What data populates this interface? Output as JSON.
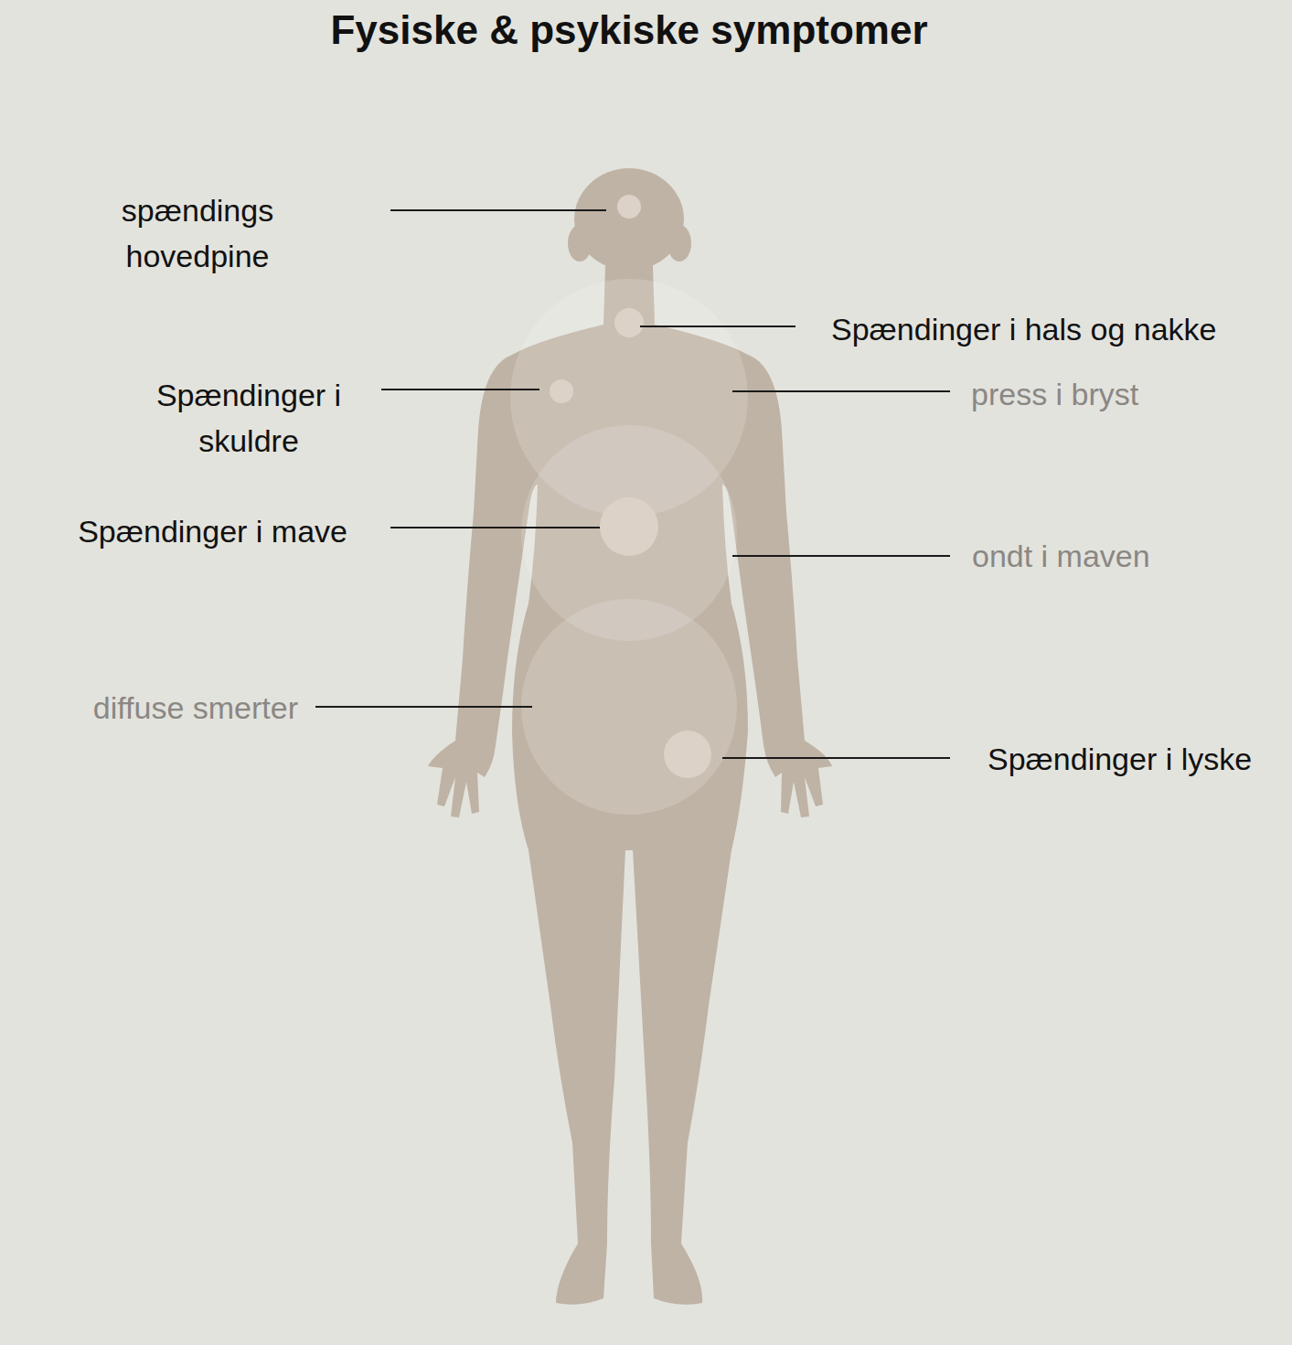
{
  "diagram": {
    "title": "Fysiske & psykiske symptomer",
    "labels": [
      "spændings hovedpine",
      "Spændinger i hals og nakke",
      "Spændinger i skuldre",
      "press i bryst",
      "Spændinger i mave",
      "ondt i maven",
      "diffuse smerter",
      "Spændinger i lyske"
    ]
  }
}
